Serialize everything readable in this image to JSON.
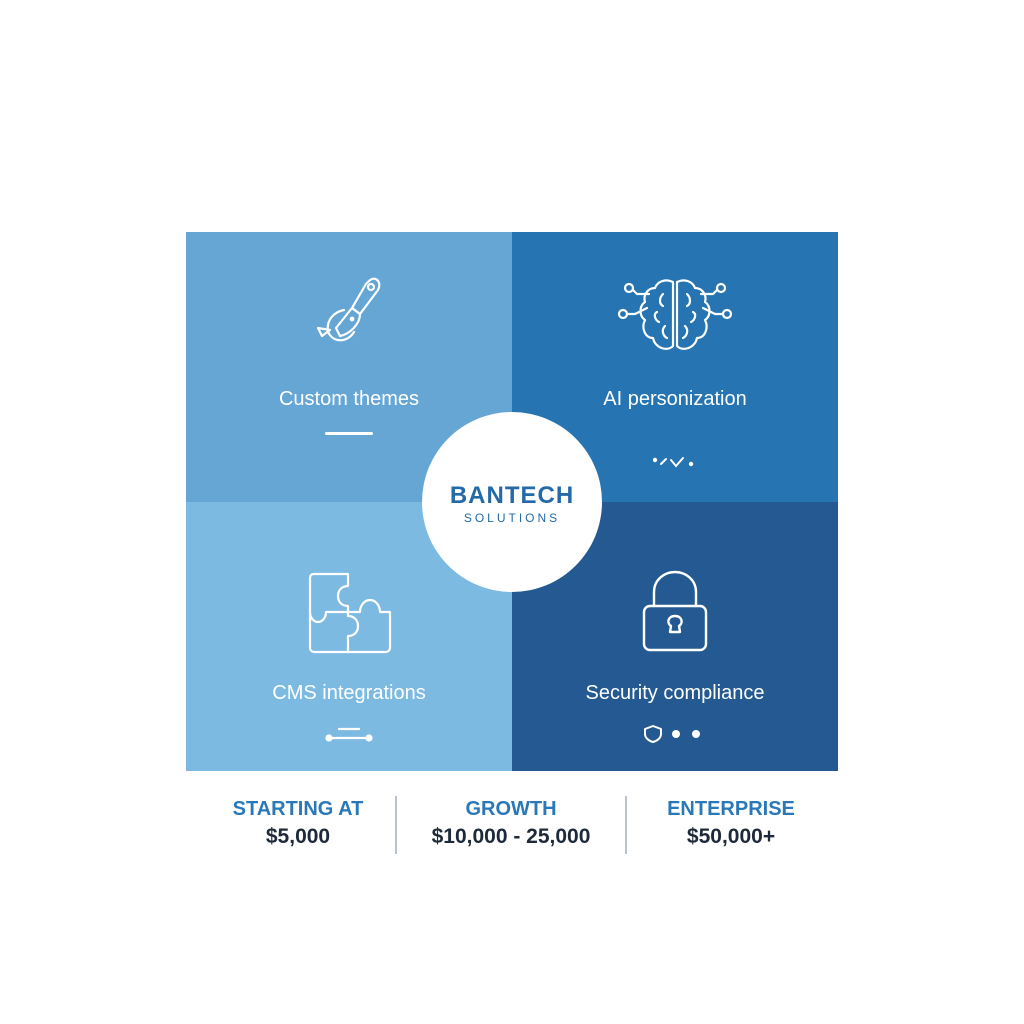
{
  "colors": {
    "tile_custom_themes": "#65a6d5",
    "tile_ai_personization": "#2674b1",
    "tile_cms_integrations": "#7dbae2",
    "tile_security_compliance": "#245a91",
    "brand_text": "#2469a8",
    "tier_label": "#2a78b8",
    "tier_price": "#1e2a3a",
    "background": "#ffffff"
  },
  "logo": {
    "brand": "BANTECH",
    "subtitle": "SOLUTIONS"
  },
  "tiles": [
    {
      "label": "Custom themes",
      "icon": "paintbrush-icon",
      "decoration": "underline-bar"
    },
    {
      "label": "AI personization",
      "icon": "brain-circuit-icon",
      "decoration": "wave-dots"
    },
    {
      "label": "CMS integrations",
      "icon": "puzzle-icon",
      "decoration": "connector-line"
    },
    {
      "label": "Security compliance",
      "icon": "padlock-icon",
      "decoration": "shield-dots"
    }
  ],
  "pricing": [
    {
      "name": "STARTING AT",
      "price": "$5,000"
    },
    {
      "name": "GROWTH",
      "price": "$10,000 - 25,000"
    },
    {
      "name": "ENTERPRISE",
      "price": "$50,000+"
    }
  ]
}
